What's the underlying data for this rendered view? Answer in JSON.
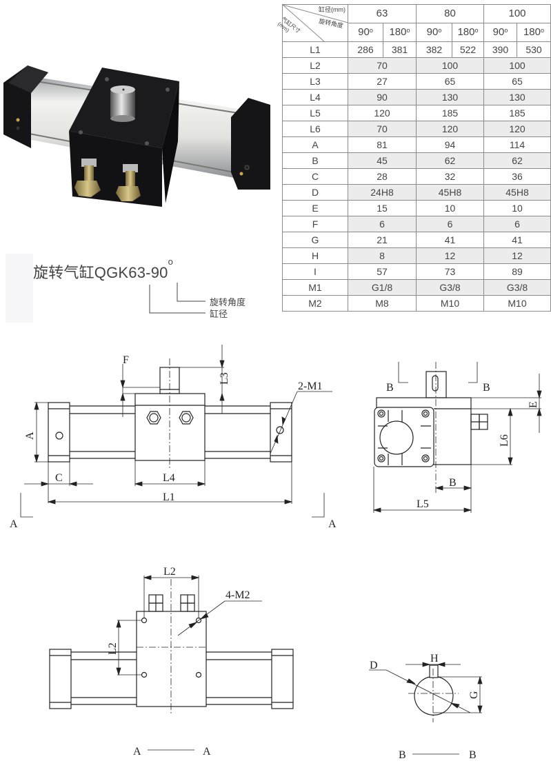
{
  "product": {
    "photo_alt": "rotary-pneumatic-cylinder-photo",
    "model_label": "旋转气缸QGK63-90",
    "model_degree_sup": "o",
    "annotation_angle": "旋转角度",
    "annotation_bore": "缸径"
  },
  "spec_table": {
    "header": {
      "corner_bore": "缸径(mm)",
      "corner_angle": "旋转角度",
      "corner_dimension": "气缸尺寸(mm)",
      "bores": [
        "63",
        "80",
        "100"
      ],
      "angles": [
        "90",
        "180",
        "90",
        "180",
        "90",
        "180"
      ],
      "angle_sup": "o"
    },
    "l1_row": {
      "label": "L1",
      "values": [
        "286",
        "381",
        "382",
        "522",
        "390",
        "530"
      ]
    },
    "rows": [
      {
        "label": "L2",
        "values": [
          "70",
          "100",
          "100"
        ],
        "shaded": true
      },
      {
        "label": "L3",
        "values": [
          "27",
          "65",
          "65"
        ],
        "shaded": false
      },
      {
        "label": "L4",
        "values": [
          "90",
          "130",
          "130"
        ],
        "shaded": true
      },
      {
        "label": "L5",
        "values": [
          "120",
          "185",
          "185"
        ],
        "shaded": false
      },
      {
        "label": "L6",
        "values": [
          "70",
          "120",
          "120"
        ],
        "shaded": true
      },
      {
        "label": "A",
        "values": [
          "81",
          "94",
          "114"
        ],
        "shaded": false
      },
      {
        "label": "B",
        "values": [
          "45",
          "62",
          "62"
        ],
        "shaded": true
      },
      {
        "label": "C",
        "values": [
          "28",
          "32",
          "36"
        ],
        "shaded": false
      },
      {
        "label": "D",
        "values": [
          "24H8",
          "45H8",
          "45H8"
        ],
        "shaded": true
      },
      {
        "label": "E",
        "values": [
          "15",
          "10",
          "10"
        ],
        "shaded": false
      },
      {
        "label": "F",
        "values": [
          "6",
          "6",
          "6"
        ],
        "shaded": true
      },
      {
        "label": "G",
        "values": [
          "21",
          "41",
          "41"
        ],
        "shaded": false
      },
      {
        "label": "H",
        "values": [
          "8",
          "12",
          "12"
        ],
        "shaded": true
      },
      {
        "label": "I",
        "values": [
          "57",
          "73",
          "89"
        ],
        "shaded": false
      },
      {
        "label": "M1",
        "values": [
          "G1/8",
          "G3/8",
          "G3/8"
        ],
        "shaded": true
      },
      {
        "label": "M2",
        "values": [
          "M8",
          "M10",
          "M10"
        ],
        "shaded": false
      }
    ]
  },
  "drawings": {
    "front_view": {
      "labels": {
        "F": "F",
        "L3": "L3",
        "M1": "2-M1",
        "A": "A",
        "C": "C",
        "L4": "L4",
        "L1": "L1",
        "section_left": "A",
        "section_right": "A"
      }
    },
    "side_view": {
      "labels": {
        "B_left": "B",
        "B_right": "B",
        "E": "E",
        "L6": "L6",
        "B": "B",
        "L5": "L5"
      }
    },
    "section_aa": {
      "labels": {
        "L2_top": "L2",
        "L2_side": "L2",
        "M2": "4-M2",
        "title_left": "A",
        "title_right": "A"
      }
    },
    "section_bb": {
      "labels": {
        "D": "D",
        "H": "H",
        "G": "G",
        "title_left": "B",
        "title_right": "B"
      }
    }
  },
  "colors": {
    "table_border": "#8a8a8a",
    "table_shade": "#ececec",
    "text": "#444444",
    "line": "#222222"
  }
}
